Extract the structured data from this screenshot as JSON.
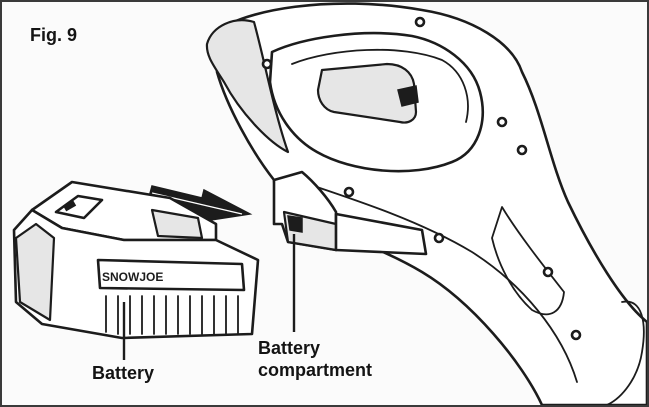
{
  "figure": {
    "fig_label": "Fig. 9",
    "battery_label": "Battery",
    "compartment_label_line1": "Battery",
    "compartment_label_line2": "compartment",
    "brand_text": "SNOWJOE"
  },
  "colors": {
    "line": "#1c1c1c",
    "background": "#fbfbfb",
    "border": "#3a3a3a",
    "shade": "#e6e6e6"
  }
}
